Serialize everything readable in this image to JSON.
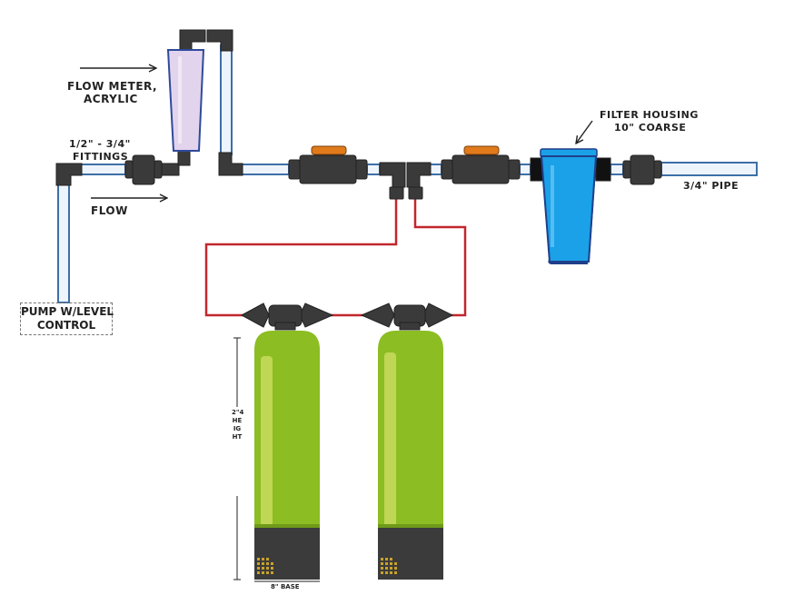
{
  "labels": {
    "flow_meter_line1": "FLOW METER,",
    "flow_meter_line2": "ACRYLIC",
    "fittings_line1": "1/2\" - 3/4\"",
    "fittings_line2": "FITTINGS",
    "flow": "FLOW",
    "pump_line1": "PUMP W/LEVEL",
    "pump_line2": "CONTROL",
    "filter_housing_line1": "FILTER HOUSING",
    "filter_housing_line2": "10\" COARSE",
    "pipe": "3/4\" PIPE",
    "height": "2\"4 HEIGHT",
    "base": "8\" BASE"
  },
  "colors": {
    "pipe_fill": "#eef4fb",
    "pipe_stroke": "#3d6fa8",
    "fitting": "#3a3a3a",
    "tubing": "#c1272d",
    "tank_green": "#8cbd22",
    "tank_base": "#3b3b3b",
    "filter_blue": "#1ba1e8",
    "flow_meter": "#e3d4ee",
    "valve_handle": "#e07a1b"
  }
}
